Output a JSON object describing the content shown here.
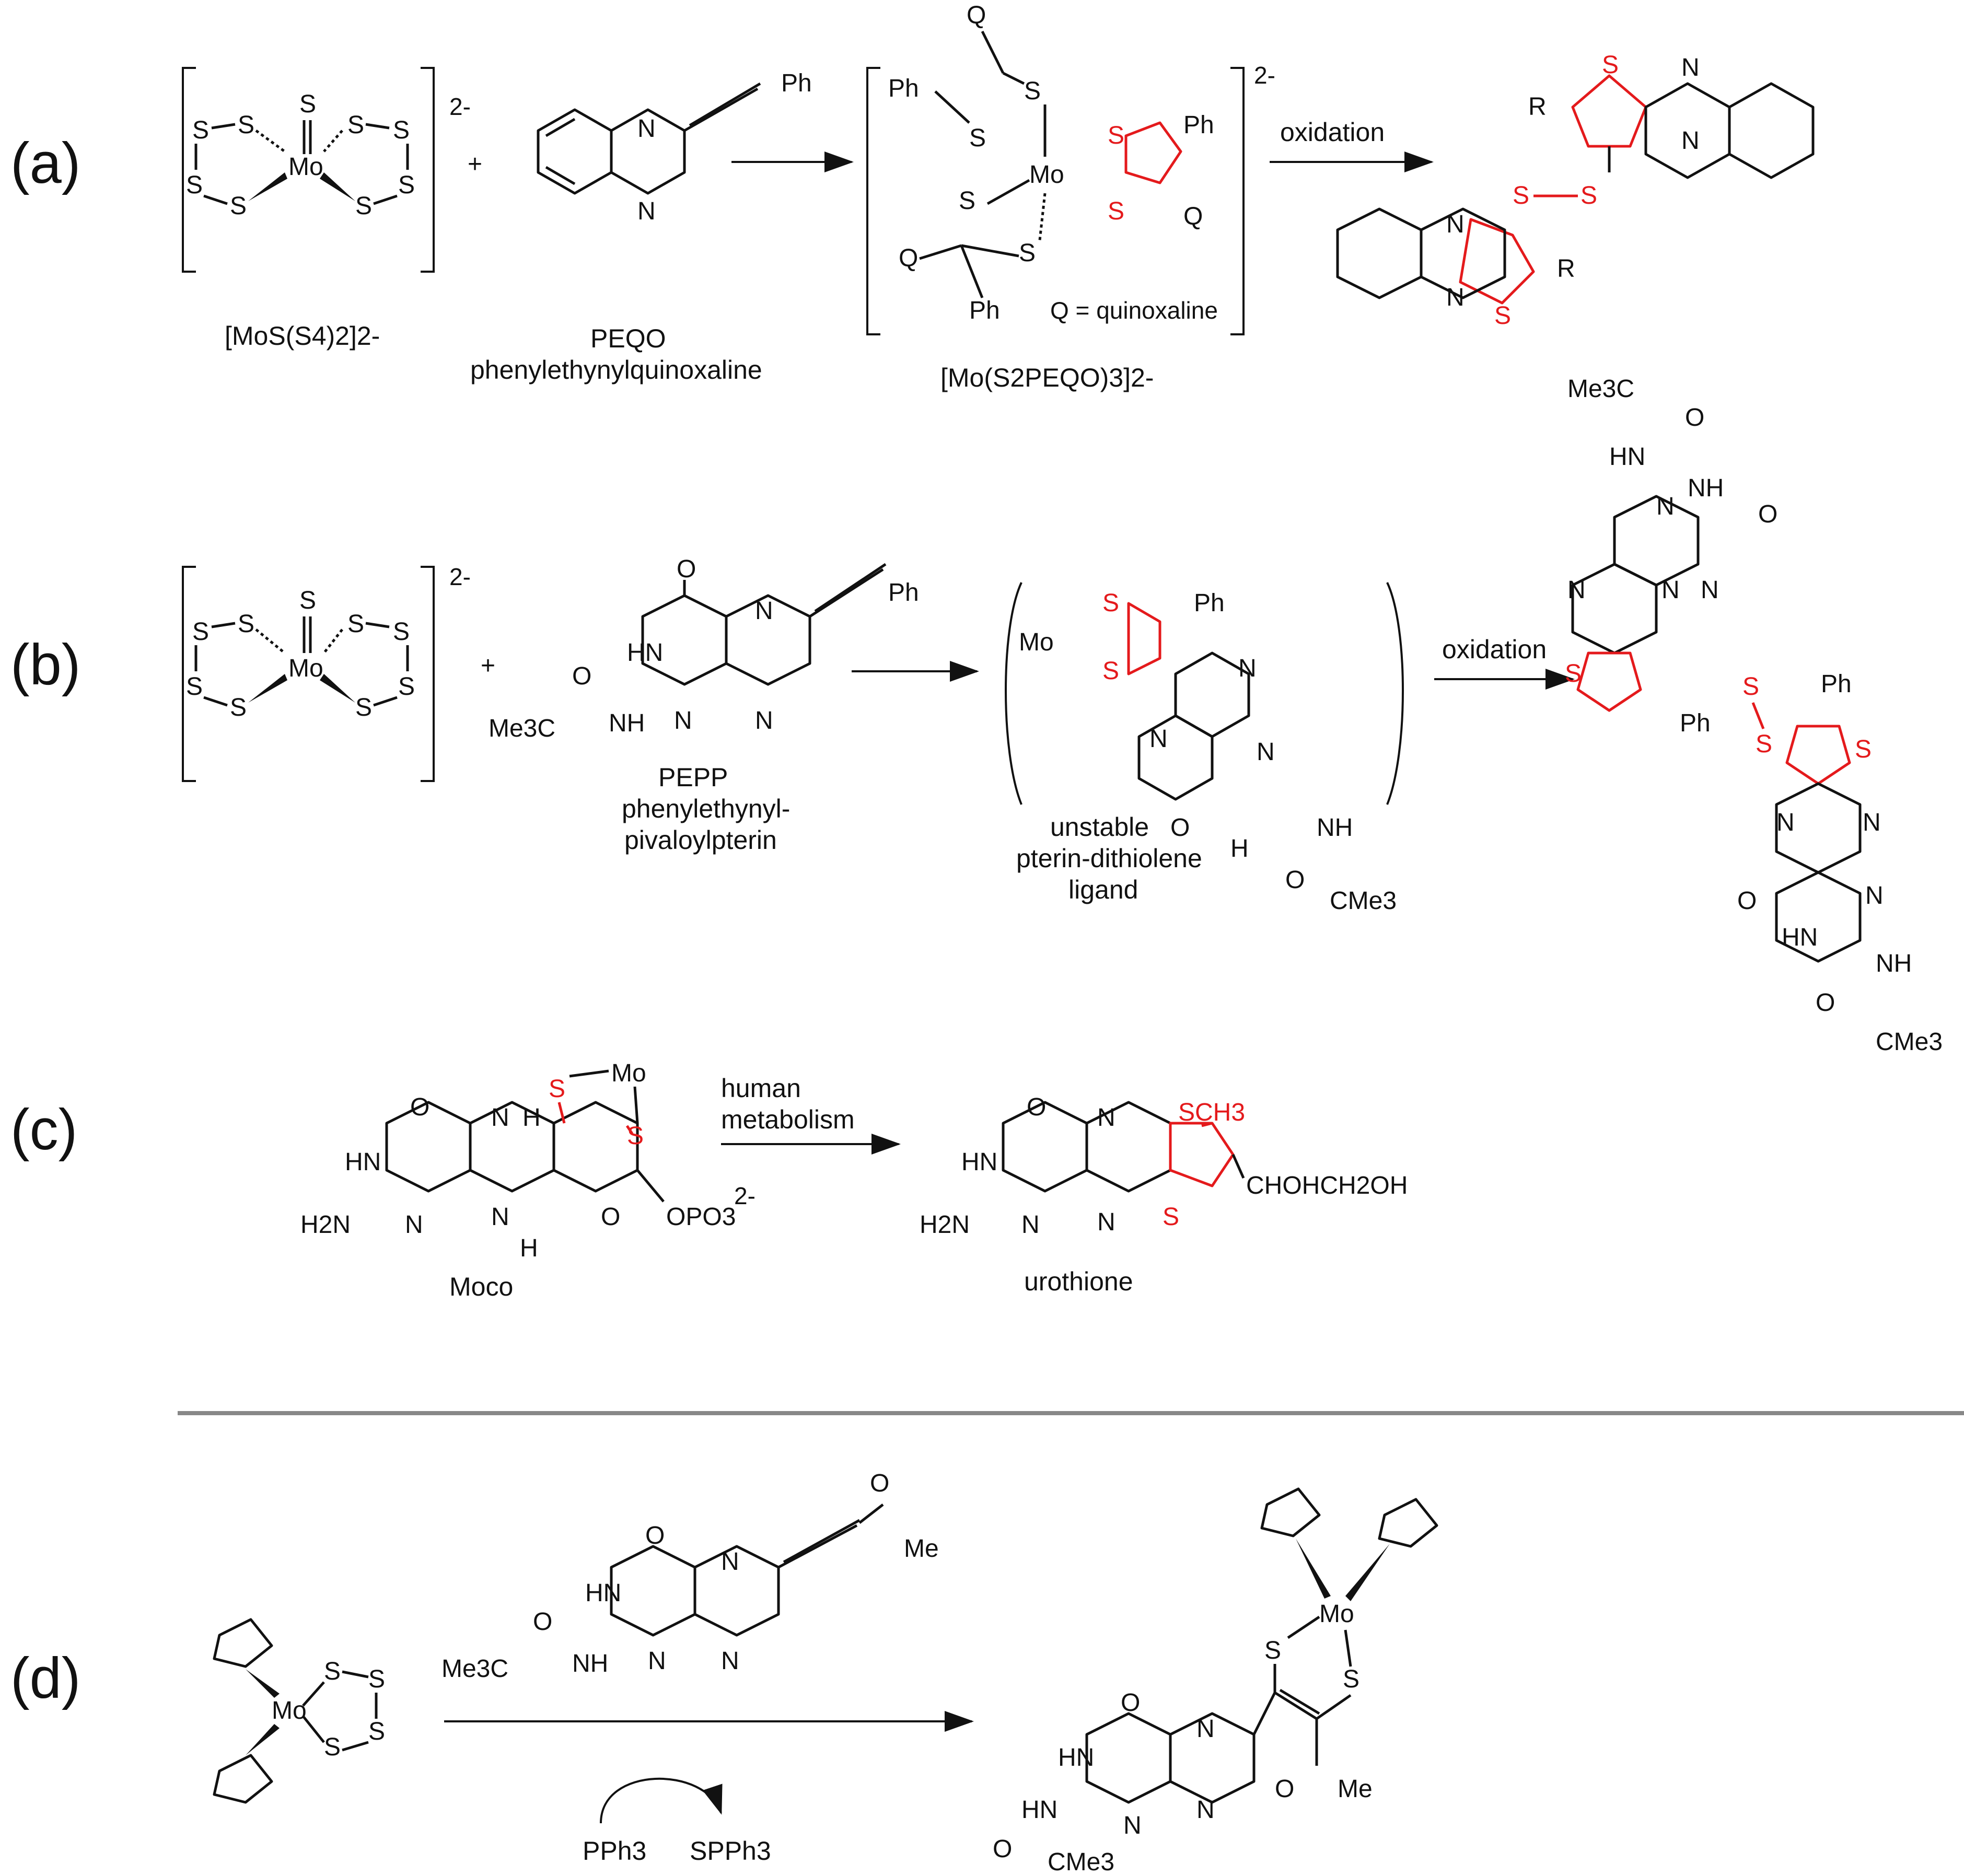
{
  "panels": {
    "a": {
      "label": "(a)"
    },
    "b": {
      "label": "(b)"
    },
    "c": {
      "label": "(c)"
    },
    "d": {
      "label": "(d)"
    }
  },
  "a": {
    "reactant1_caption": "[MoS(S4)2]2-",
    "reactant1_charge": "2-",
    "plus": "+",
    "reactant2_caption_line1": "PEQO",
    "reactant2_caption_line2": "phenylethynylquinoxaline",
    "reactant2_ph": "Ph",
    "complex_caption": "[Mo(S2PEQO)3]2-",
    "complex_charge": "2-",
    "complex_note": "Q = quinoxaline",
    "complex_q": "Q",
    "complex_ph": "Ph",
    "arrow_label": "oxidation",
    "product_r": "R"
  },
  "b": {
    "plus": "+",
    "reactant1_charge": "2-",
    "reactant2_caption_line1": "PEPP",
    "reactant2_caption_line2": "phenylethynyl-",
    "reactant2_caption_line3": "pivaloylpterin",
    "reactant2_ph": "Ph",
    "reactant2_me3c": "Me3C",
    "intermediate_mo": "Mo",
    "intermediate_ph": "Ph",
    "intermediate_caption_line1": "unstable",
    "intermediate_caption_line2": "pterin-dithiolene",
    "intermediate_caption_line3": "ligand",
    "arrow_label": "oxidation",
    "product_ph": "Ph"
  },
  "c": {
    "reactant_caption": "Moco",
    "arrow_label_line1": "human",
    "arrow_label_line2": "metabolism",
    "product_caption": "urothione",
    "reactant_sub": "OPO3",
    "reactant_charge": "2-",
    "product_sch3": "SCH3",
    "product_side": "CHOHCH2OH"
  },
  "d": {
    "reagent1": "PPh3",
    "reagent2": "SPPh3",
    "me": "Me",
    "me3c": "Me3C",
    "cme3": "CMe3"
  },
  "atoms": {
    "S": "S",
    "N": "N",
    "O": "O",
    "H": "H",
    "Mo": "Mo",
    "NH": "NH",
    "HN": "HN",
    "H2N": "H2N"
  },
  "colors": {
    "highlight": "#e41a1c",
    "divider": "#888888"
  }
}
